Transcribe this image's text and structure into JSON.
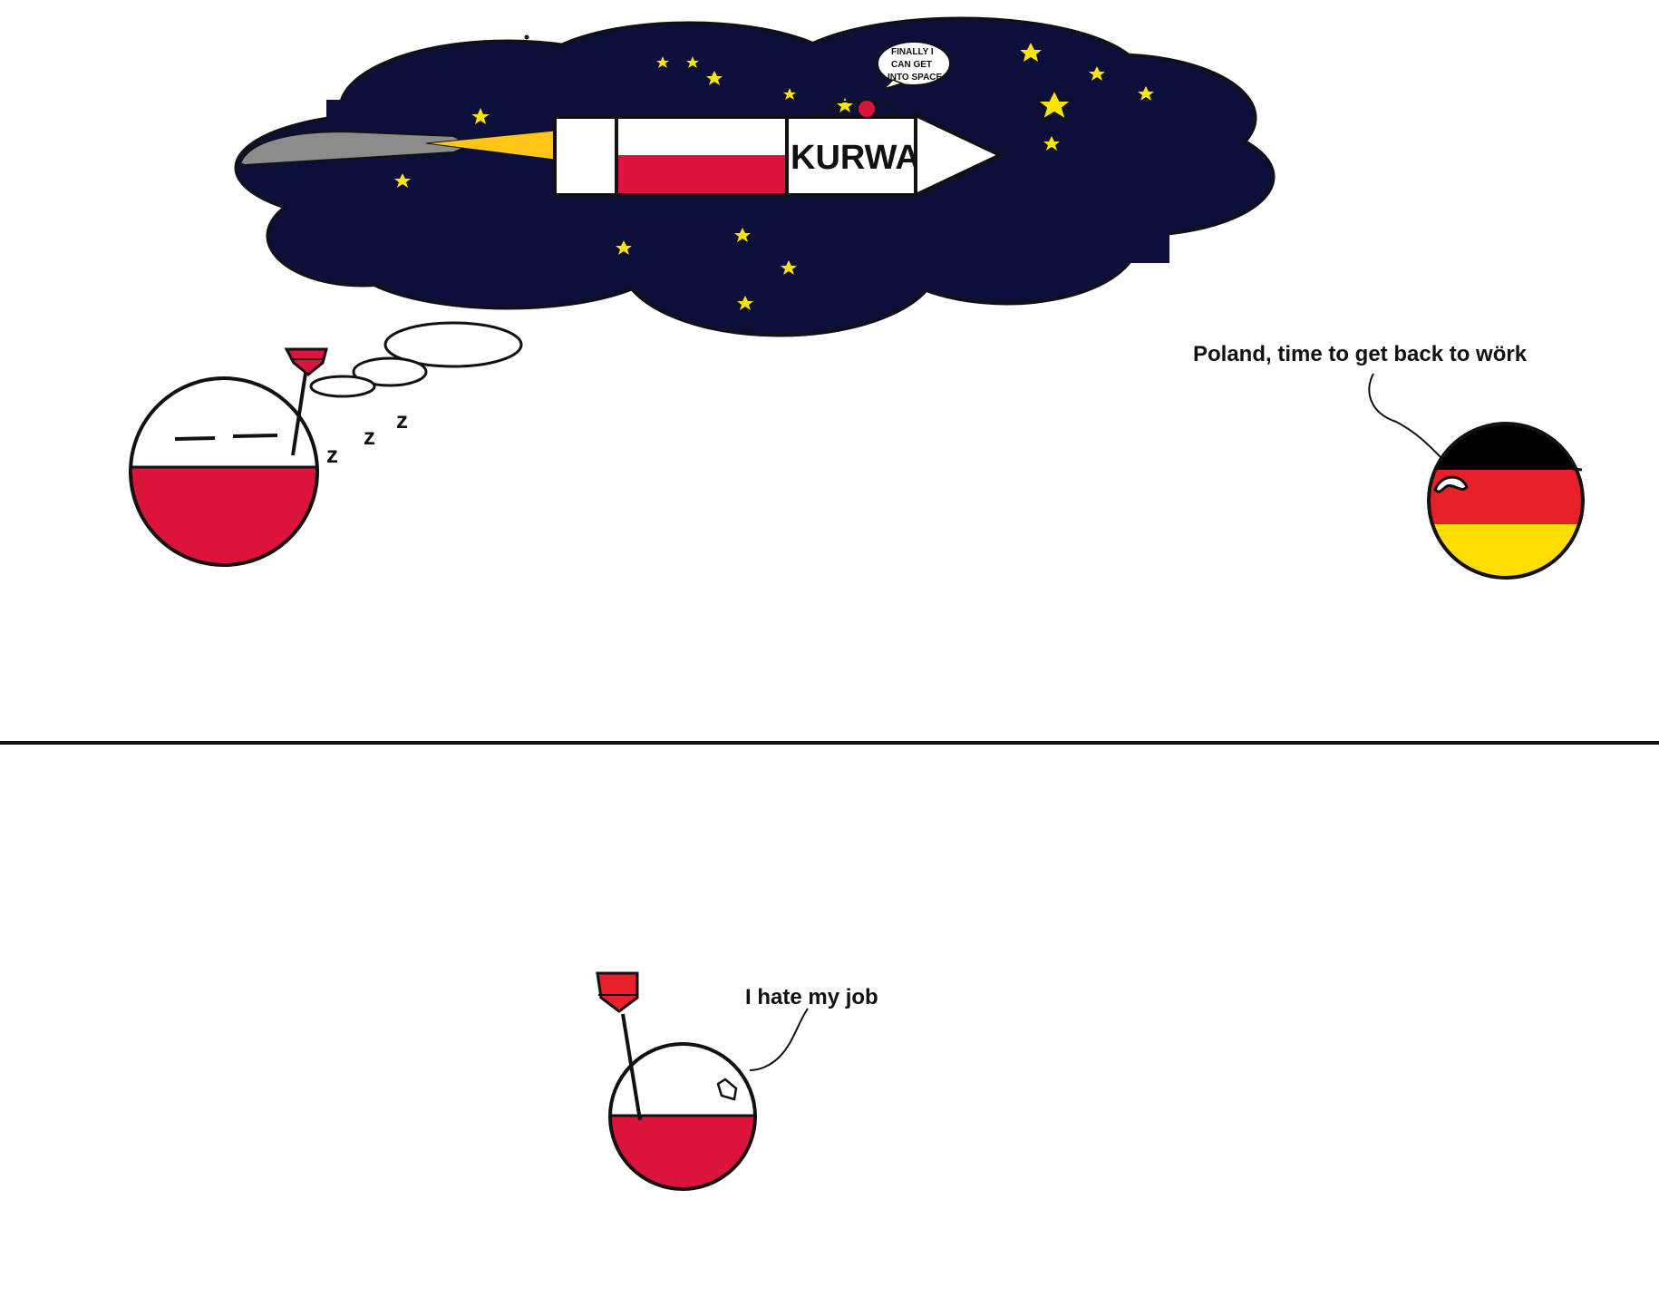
{
  "panel_top": {
    "rocket_label": "KURWA",
    "speech_bubble_lines": [
      "FINALLY I",
      "CAN GET",
      "INTO SPACE"
    ],
    "sleep_z": [
      "z",
      "z",
      "z"
    ],
    "germany_line": "Poland, time to get back to wörk"
  },
  "panel_bottom": {
    "poland_line": "I hate my job"
  },
  "colors": {
    "poland_red": "#dc143c",
    "germany_black": "#000000",
    "germany_red": "#e8202a",
    "germany_gold": "#ffdd00",
    "night_sky": "#0c0f3a",
    "star": "#ffe400",
    "exhaust": "#ffc61a",
    "smoke": "#8c8c8c"
  }
}
